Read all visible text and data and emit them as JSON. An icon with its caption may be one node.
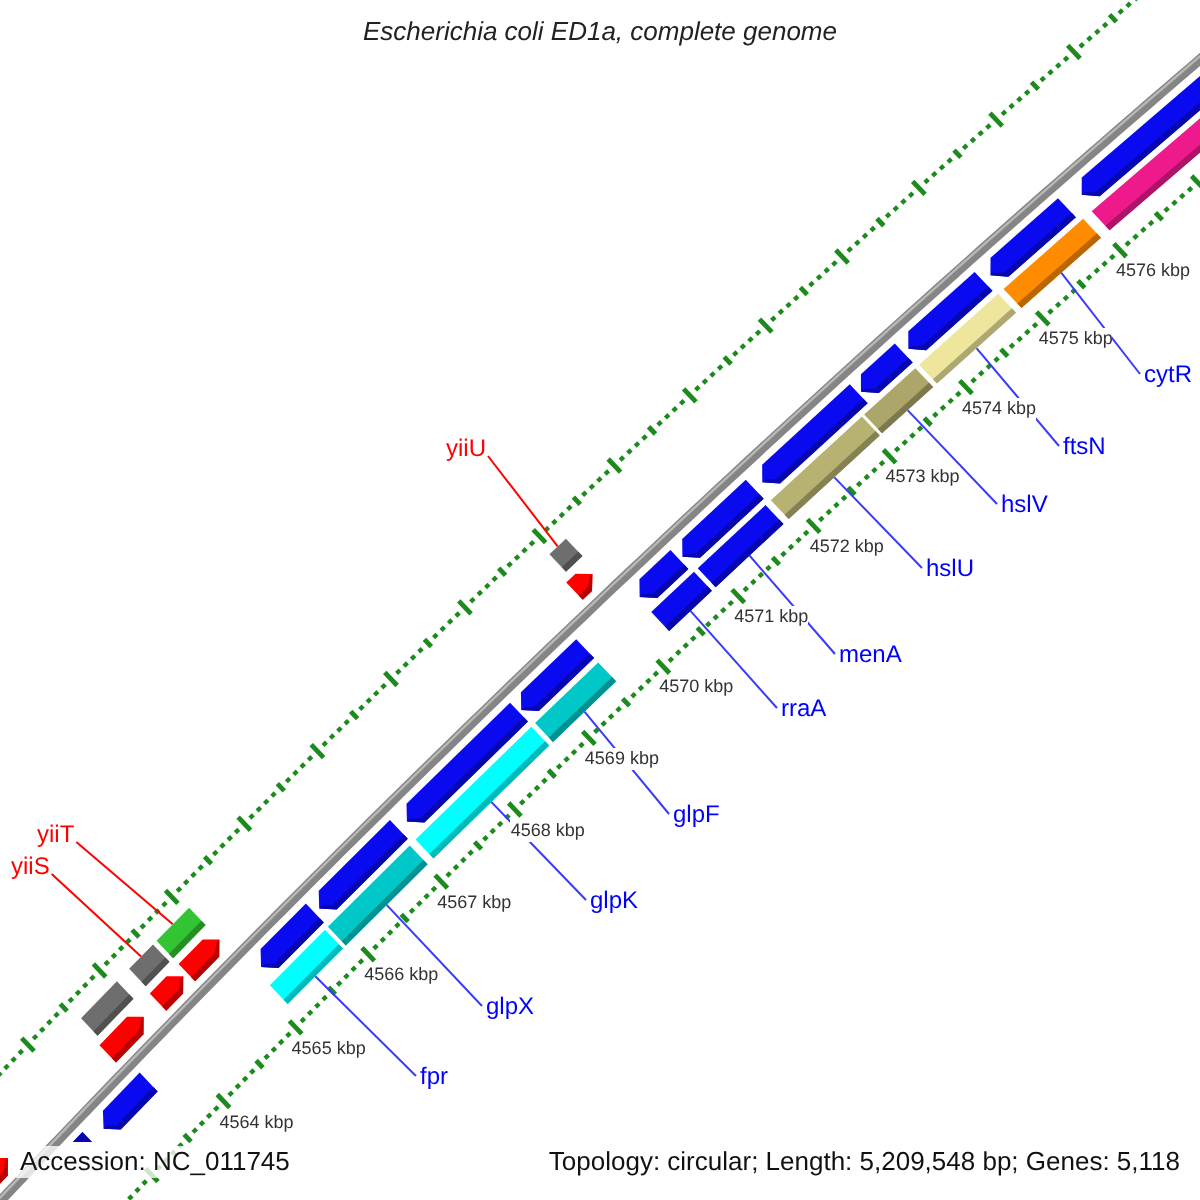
{
  "diagram": {
    "title": "Escherichia coli ED1a, complete genome",
    "nodes": [
      {
        "text": [
          "cytR"
        ]
      },
      {
        "text": [],
        "shape": "bar"
      },
      {
        "text": [
          "yiiU"
        ]
      },
      {
        "text": [],
        "shape": "bar"
      },
      {
        "text": [
          "ftsN"
        ]
      },
      {
        "text": [],
        "shape": "bar"
      },
      {
        "text": [
          "hslV"
        ]
      },
      {
        "text": [],
        "shape": "bar"
      },
      {
        "text": [
          "hslU"
        ]
      },
      {
        "text": [],
        "shape": "bar"
      },
      {
        "text": [
          "menA"
        ]
      },
      {
        "text": [],
        "shape": "bar"
      },
      {
        "text": [
          "rraA"
        ]
      },
      {
        "text": [],
        "shape": "bar"
      },
      {
        "text": [
          "glpF"
        ]
      },
      {
        "text": [],
        "shape": "bar"
      },
      {
        "text": [
          "yiiT"
        ]
      },
      {
        "text": [],
        "shape": "bar"
      },
      {
        "text": [
          "yiiS"
        ]
      },
      {
        "text": [],
        "shape": "bar"
      },
      {
        "text": [
          "glpK"
        ]
      },
      {
        "text": [],
        "shape": "bar"
      },
      {
        "text": [
          "glpX"
        ]
      },
      {
        "text": [],
        "shape": "bar"
      },
      {
        "text": [
          "fpr"
        ]
      },
      {
        "text": [],
        "shape": "bar"
      },
      {
        "text": [],
        "shape": "bar"
      },
      {
        "text": [],
        "shape": "bar"
      },
      {
        "text": [],
        "shape": "bar"
      },
      {
        "text": [],
        "shape": "bar"
      },
      {
        "text": [],
        "shape": "bar"
      },
      {
        "text": [],
        "shape": "bar"
      },
      {
        "text": [],
        "shape": "bar"
      },
      {
        "text": [],
        "shape": "bar"
      },
      {
        "text": [],
        "shape": "bar"
      },
      {
        "text": [],
        "shape": "bar"
      },
      {
        "text": [],
        "shape": "bar"
      },
      {
        "text": [],
        "shape": "bar"
      },
      {
        "text": [],
        "shape": "bar"
      },
      {
        "text": [],
        "shape": "bar"
      },
      {
        "text": [],
        "shape": "bar"
      },
      {
        "text": [],
        "shape": "bar"
      },
      {
        "text": [],
        "shape": "bar"
      },
      {
        "text": [],
        "shape": "bar"
      },
      {
        "text": [],
        "shape": "bar"
      },
      {
        "text": [],
        "shape": "bar"
      }
    ],
    "edges": [
      {
        "from": 0,
        "to": 1,
        "arrow": "none"
      },
      {
        "from": 2,
        "to": 3,
        "arrow": "none",
        "color": "#ff0000"
      },
      {
        "from": 4,
        "to": 5,
        "arrow": "none"
      },
      {
        "from": 6,
        "to": 7,
        "arrow": "none"
      },
      {
        "from": 8,
        "to": 9,
        "arrow": "none"
      },
      {
        "from": 10,
        "to": 11,
        "arrow": "none"
      },
      {
        "from": 12,
        "to": 13,
        "arrow": "none"
      },
      {
        "from": 14,
        "to": 15,
        "arrow": "none"
      },
      {
        "from": 16,
        "to": 17,
        "arrow": "none",
        "color": "#ff0000"
      },
      {
        "from": 18,
        "to": 19,
        "arrow": "none",
        "color": "#ff0000"
      },
      {
        "from": 20,
        "to": 21,
        "arrow": "none"
      },
      {
        "from": 22,
        "to": 23,
        "arrow": "none"
      },
      {
        "from": 24,
        "to": 25,
        "arrow": "none"
      }
    ],
    "labels": [
      "4576 kbp",
      "4575 kbp",
      "4574 kbp",
      "4573 kbp",
      "4572 kbp",
      "4571 kbp",
      "4570 kbp",
      "4569 kbp",
      "4568 kbp",
      "4567 kbp",
      "4566 kbp",
      "4565 kbp",
      "4564 kbp",
      "Accession: NC_011745",
      "Topology: circular; Length: 5,209,548 bp; Genes: 5,118"
    ]
  }
}
